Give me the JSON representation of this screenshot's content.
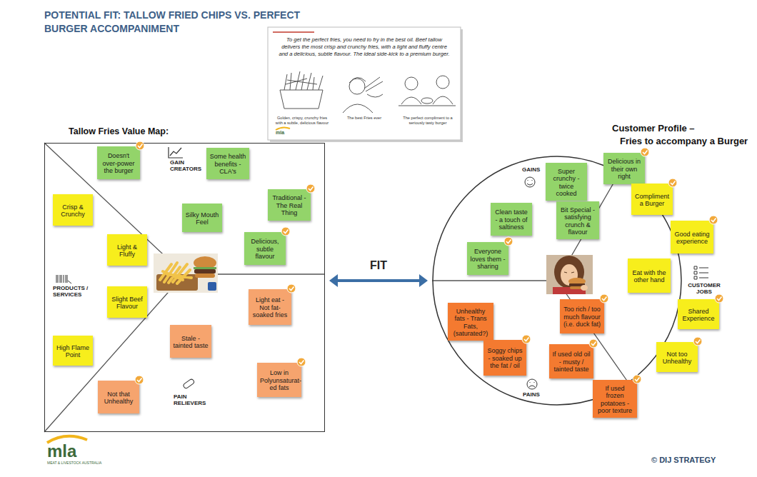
{
  "diagram": {
    "title": "POTENTIAL FIT: TALLOW FRIED CHIPS VS. PERFECT BURGER ACCOMPANIMENT",
    "nodes": [
      {
        "text": [
          "To get the perfect fries, you need to fry in the best oil. Beef tallow delivers the most crisp and crunchy fries, with a light and fluffy centre and a delicious, subtle flavour. The ideal side-kick to a premium burger.",
          "Golden, crispy, crunchy fries with a subtle, delicious flavour",
          "The best Fries ever",
          "The perfect compliment to a seriously tasty burger"
        ]
      },
      {
        "text": [
          "Tallow Fries Value Map:"
        ]
      },
      {
        "text": [
          "Doesn't over-power the burger"
        ],
        "in": 1
      },
      {
        "text": [
          "Some health benefits - CLA's"
        ],
        "in": 1
      },
      {
        "text": [
          "Traditional - The Real Thing"
        ],
        "in": 1
      },
      {
        "text": [
          "Crisp & Crunchy"
        ],
        "in": 1
      },
      {
        "text": [
          "Silky Mouth Feel"
        ],
        "in": 1
      },
      {
        "text": [
          "Delicious, subtle flavour"
        ],
        "in": 1
      },
      {
        "text": [
          "Light & Fluffy"
        ],
        "in": 1
      },
      {
        "text": [
          "Slight Beef Flavour"
        ],
        "in": 1
      },
      {
        "text": [
          "Light eat - Not fat-soaked fries"
        ],
        "in": 1
      },
      {
        "text": [
          "Stale - tainted taste"
        ],
        "in": 1
      },
      {
        "text": [
          "High Flame Point"
        ],
        "in": 1
      },
      {
        "text": [
          "Low in Polyunsaturat-ed fats"
        ],
        "in": 1
      },
      {
        "text": [
          "Not that Unhealthy"
        ],
        "in": 1
      },
      {
        "text": [
          "Customer Profile –",
          "Fries to accompany a Burger"
        ]
      },
      {
        "text": [
          "Delicious in their own right"
        ],
        "in": 15
      },
      {
        "text": [
          "Super crunchy - twice cooked"
        ],
        "in": 15
      },
      {
        "text": [
          "Compliment a Burger"
        ],
        "in": 15
      },
      {
        "text": [
          "Bit Special - satisfying crunch & flavour"
        ],
        "in": 15
      },
      {
        "text": [
          "Clean taste - a touch of saltiness"
        ],
        "in": 15
      },
      {
        "text": [
          "Good eating experience"
        ],
        "in": 15
      },
      {
        "text": [
          "Everyone loves them - sharing"
        ],
        "in": 15
      },
      {
        "text": [
          "Eat with the other hand"
        ],
        "in": 15
      },
      {
        "text": [
          "Shared Experience"
        ],
        "in": 15
      },
      {
        "text": [
          "Too rich / too much flavour (i.e. duck fat)"
        ],
        "in": 15
      },
      {
        "text": [
          "Unhealthy fats - Trans Fats, (saturated?)"
        ],
        "in": 15
      },
      {
        "text": [
          "Soggy chips - soaked up the fat / oil"
        ],
        "in": 15
      },
      {
        "text": [
          "Not too Unhealthy"
        ],
        "in": 15
      },
      {
        "text": [
          "If used old oil - musty / tainted taste"
        ],
        "in": 15
      },
      {
        "text": [
          "If used frozen potatoes - poor texture"
        ],
        "in": 15
      }
    ],
    "edges": [
      {
        "from": 1,
        "to": 15,
        "arrow": "both",
        "label": "FIT"
      }
    ],
    "labels": [
      "GAIN CREATORS",
      "PRODUCTS / SERVICES",
      "PAIN RELIEVERS",
      "GAINS",
      "PAINS",
      "CUSTOMER JOBS",
      "mla",
      "MEAT & LIVESTOCK AUSTRALIA",
      "© DIJ STRATEGY",
      "mla"
    ]
  }
}
